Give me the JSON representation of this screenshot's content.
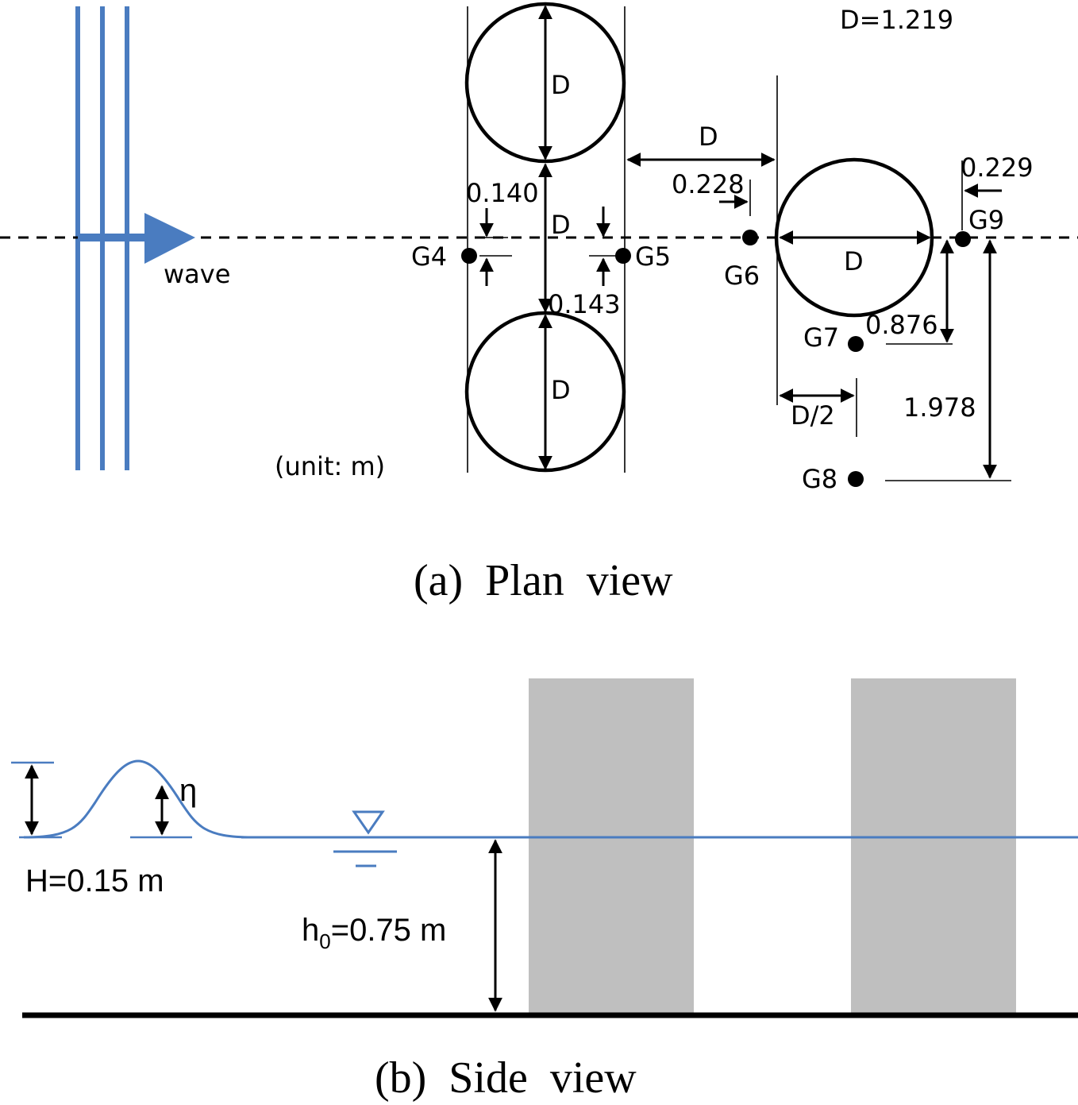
{
  "plan_view": {
    "caption": "(a)  Plan  view",
    "diameter_note": "D=1.219",
    "unit_note": "(unit: m)",
    "wave_label": "wave",
    "diameter_symbol": "D",
    "half_diameter_symbol": "D/2",
    "gauges": {
      "g4": "G4",
      "g5": "G5",
      "g6": "G6",
      "g7": "G7",
      "g8": "G8",
      "g9": "G9"
    },
    "dimensions": {
      "d_0140": "0.140",
      "d_0143": "0.143",
      "d_0228": "0.228",
      "d_0229": "0.229",
      "d_0876": "0.876",
      "d_1978": "1.978"
    }
  },
  "side_view": {
    "caption": "(b)  Side  view",
    "wave_height": "H=0.15 m",
    "eta_symbol": "η",
    "depth_prefix": "h",
    "depth_subscript": "0",
    "depth_value": "=0.75 m"
  },
  "colors": {
    "wave_blue": "#4a7cc0",
    "cylinder_gray": "#bfbfbf",
    "ink": "#000000"
  }
}
